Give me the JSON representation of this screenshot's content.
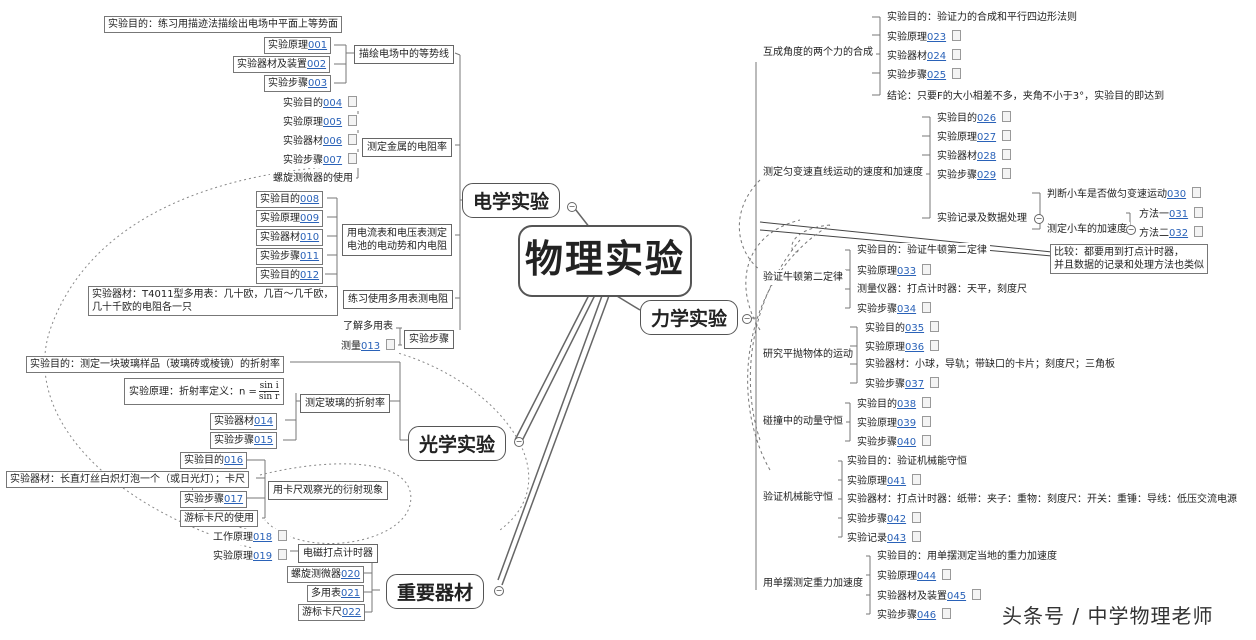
{
  "root": {
    "title": "物理实验"
  },
  "branches": {
    "electric": "电学实验",
    "optics": "光学实验",
    "instruments": "重要器材",
    "mechanics": "力学实验"
  },
  "electric": {
    "equipotential": {
      "title": "描绘电场中的等势线",
      "purpose": "实验目的：练习用描迹法描绘出电场中平面上等势面",
      "principle_label": "实验原理",
      "principle_ref": "001",
      "equipment_label": "实验器材及装置",
      "equipment_ref": "002",
      "steps_label": "实验步骤",
      "steps_ref": "003"
    },
    "resistivity": {
      "title": "测定金属的电阻率",
      "purpose_label": "实验目的",
      "purpose_ref": "004",
      "principle_label": "实验原理",
      "principle_ref": "005",
      "equipment_label": "实验器材",
      "equipment_ref": "006",
      "steps_label": "实验步骤",
      "steps_ref": "007",
      "micrometer": "螺旋测微器的使用"
    },
    "emf": {
      "title_line1": "用电流表和电压表测定",
      "title_line2": "电池的电动势和内电阻",
      "purpose_label": "实验目的",
      "purpose_ref": "008",
      "principle_label": "实验原理",
      "principle_ref": "009",
      "equipment_label": "实验器材",
      "equipment_ref": "010",
      "steps_label": "实验步骤",
      "steps_ref": "011"
    },
    "multimeter": {
      "title": "练习使用多用表测电阻",
      "purpose_label": "实验目的",
      "purpose_ref": "012",
      "equipment_line1": "实验器材：T4011型多用表：几十欧，几百～几千欧，",
      "equipment_line2": "几十千欧的电阻各一只",
      "understand": "了解多用表",
      "steps": "实验步骤",
      "measure_label": "测量",
      "measure_ref": "013"
    }
  },
  "optics": {
    "refraction": {
      "title": "测定玻璃的折射率",
      "purpose": "实验目的：测定一块玻璃样品（玻璃砖或棱镜）的折射率",
      "principle": "实验原理：折射率定义：n =",
      "formula_num": "sin i",
      "formula_den": "sin r",
      "equipment_label": "实验器材",
      "equipment_ref": "014",
      "steps_label": "实验步骤",
      "steps_ref": "015"
    },
    "diffraction": {
      "title": "用卡尺观察光的衍射现象",
      "purpose_label": "实验目的",
      "purpose_ref": "016",
      "equipment": "实验器材：长直灯丝白炽灯泡一个（或日光灯）；卡尺",
      "steps_label": "实验步骤",
      "steps_ref": "017",
      "caliper": "游标卡尺的使用"
    }
  },
  "instruments": {
    "timer": {
      "title": "电磁打点计时器",
      "work_label": "工作原理",
      "work_ref": "018",
      "principle_label": "实验原理",
      "principle_ref": "019"
    },
    "micrometer_label": "螺旋测微器",
    "micrometer_ref": "020",
    "multimeter_label": "多用表",
    "multimeter_ref": "021",
    "caliper_label": "游标卡尺",
    "caliper_ref": "022"
  },
  "mechanics": {
    "forces": {
      "title": "互成角度的两个力的合成",
      "purpose": "实验目的：验证力的合成和平行四边形法则",
      "principle_label": "实验原理",
      "principle_ref": "023",
      "equipment_label": "实验器材",
      "equipment_ref": "024",
      "steps_label": "实验步骤",
      "steps_ref": "025",
      "conclusion": "结论：只要F的大小相差不多，夹角不小于3°，实验目的即达到"
    },
    "acceleration": {
      "title": "测定匀变速直线运动的速度和加速度",
      "purpose_label": "实验目的",
      "purpose_ref": "026",
      "principle_label": "实验原理",
      "principle_ref": "027",
      "equipment_label": "实验器材",
      "equipment_ref": "028",
      "steps_label": "实验步骤",
      "steps_ref": "029",
      "records": "实验记录及数据处理",
      "judge_label": "判断小车是否做匀变速运动",
      "judge_ref": "030",
      "measure": "测定小车的加速度",
      "method1_label": "方法一",
      "method1_ref": "031",
      "method2_label": "方法二",
      "method2_ref": "032",
      "compare_line1": "比较：都要用到打点计时器，",
      "compare_line2": "并且数据的记录和处理方法也类似"
    },
    "newton": {
      "title": "验证牛顿第二定律",
      "purpose": "实验目的：验证牛顿第二定律",
      "principle_label": "实验原理",
      "principle_ref": "033",
      "instruments": "测量仪器：打点计时器：天平，刻度尺",
      "steps_label": "实验步骤",
      "steps_ref": "034"
    },
    "projectile": {
      "title": "研究平抛物体的运动",
      "purpose_label": "实验目的",
      "purpose_ref": "035",
      "principle_label": "实验原理",
      "principle_ref": "036",
      "equipment": "实验器材：小球，导轨；带缺口的卡片；刻度尺；三角板",
      "steps_label": "实验步骤",
      "steps_ref": "037"
    },
    "momentum": {
      "title": "碰撞中的动量守恒",
      "purpose_label": "实验目的",
      "purpose_ref": "038",
      "principle_label": "实验原理",
      "principle_ref": "039",
      "steps_label": "实验步骤",
      "steps_ref": "040"
    },
    "energy": {
      "title": "验证机械能守恒",
      "purpose": "实验目的：验证机械能守恒",
      "principle_label": "实验原理",
      "principle_ref": "041",
      "equipment": "实验器材：打点计时器：纸带：夹子：重物：刻度尺：开关：重锤：导线：低压交流电源",
      "steps_label": "实验步骤",
      "steps_ref": "042",
      "record_label": "实验记录",
      "record_ref": "043"
    },
    "pendulum": {
      "title": "用单摆测定重力加速度",
      "purpose": "实验目的：用单摆测定当地的重力加速度",
      "principle_label": "实验原理",
      "principle_ref": "044",
      "equipment_label": "实验器材及装置",
      "equipment_ref": "045",
      "steps_label": "实验步骤",
      "steps_ref": "046"
    }
  },
  "watermark": "头条号 / 中学物理老师"
}
